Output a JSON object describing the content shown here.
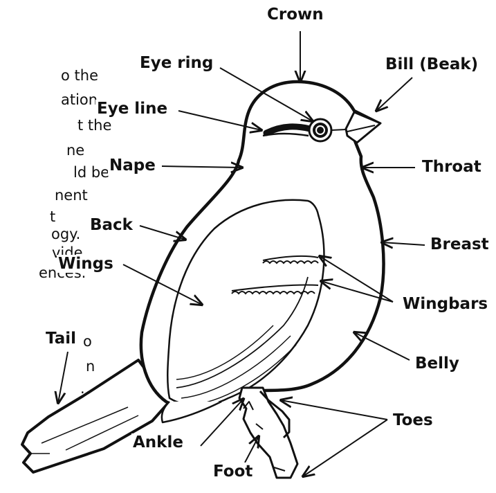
{
  "background_text": {
    "lines_a": [
      "o the",
      "ation",
      "t the",
      "ne",
      "ld be",
      "nent",
      "t",
      "ogy.",
      "vide",
      "ences."
    ],
    "lines_b": [
      "o",
      "n",
      "."
    ]
  },
  "labels": {
    "crown": "Crown",
    "eye_ring": "Eye ring",
    "bill": "Bill (Beak)",
    "eye_line": "Eye line",
    "nape": "Nape",
    "throat": "Throat",
    "back": "Back",
    "breast": "Breast",
    "wings": "Wings",
    "wingbars": "Wingbars",
    "tail": "Tail",
    "belly": "Belly",
    "toes": "Toes",
    "ankle": "Ankle",
    "foot": "Foot"
  },
  "colors": {
    "ink": "#111111",
    "background": "#ffffff"
  }
}
